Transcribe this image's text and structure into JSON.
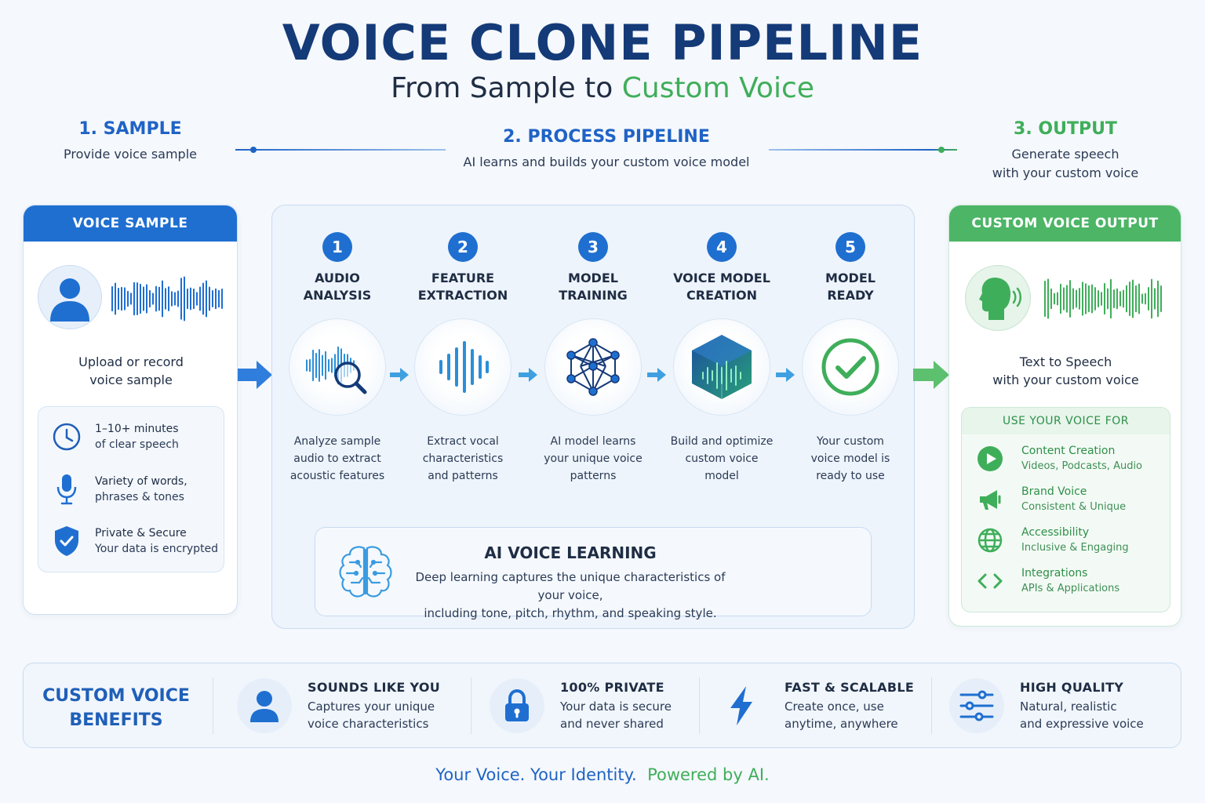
{
  "header": {
    "title": "VOICE CLONE PIPELINE",
    "subtitle_part1": "From Sample to ",
    "subtitle_part2": "Custom Voice"
  },
  "stages": [
    {
      "heading": "1. SAMPLE",
      "desc": "Provide voice sample"
    },
    {
      "heading": "2. PROCESS PIPELINE",
      "desc": "AI learns and builds your custom voice model"
    },
    {
      "heading": "3. OUTPUT",
      "desc_line1": "Generate speech",
      "desc_line2": "with your custom voice"
    }
  ],
  "sample_card": {
    "header": "VOICE SAMPLE",
    "text_line1": "Upload or record",
    "text_line2": "voice sample",
    "features": [
      {
        "icon": "clock-icon",
        "line1": "1–10+ minutes",
        "line2": "of clear speech"
      },
      {
        "icon": "microphone-icon",
        "line1": "Variety of words,",
        "line2": "phrases & tones"
      },
      {
        "icon": "shield-icon",
        "line1": "Private & Secure",
        "line2": "Your data is encrypted"
      }
    ]
  },
  "pipeline": {
    "steps": [
      {
        "num": "1",
        "title_line1": "AUDIO",
        "title_line2": "ANALYSIS",
        "icon": "waveform-search-icon",
        "desc_line1": "Analyze sample",
        "desc_line2": "audio to extract",
        "desc_line3": "acoustic features"
      },
      {
        "num": "2",
        "title_line1": "FEATURE",
        "title_line2": "EXTRACTION",
        "icon": "waveform-bars-icon",
        "desc_line1": "Extract vocal",
        "desc_line2": "characteristics",
        "desc_line3": "and patterns"
      },
      {
        "num": "3",
        "title_line1": "MODEL",
        "title_line2": "TRAINING",
        "icon": "neural-network-icon",
        "desc_line1": "AI model learns",
        "desc_line2": "your unique voice",
        "desc_line3": "patterns"
      },
      {
        "num": "4",
        "title_line1": "VOICE MODEL",
        "title_line2": "CREATION",
        "icon": "voice-cube-icon",
        "desc_line1": "Build and optimize",
        "desc_line2": "custom voice",
        "desc_line3": "model"
      },
      {
        "num": "5",
        "title_line1": "MODEL",
        "title_line2": "READY",
        "icon": "check-circle-icon",
        "desc_line1": "Your custom",
        "desc_line2": "voice model is",
        "desc_line3": "ready to use"
      }
    ],
    "learning": {
      "title": "AI VOICE LEARNING",
      "line1": "Deep learning captures the unique characteristics of your voice,",
      "line2": "including tone, pitch, rhythm, and speaking style."
    }
  },
  "output_card": {
    "header": "CUSTOM VOICE OUTPUT",
    "text_line1": "Text to Speech",
    "text_line2": "with your custom voice",
    "use_header": "USE YOUR VOICE FOR",
    "uses": [
      {
        "icon": "play-icon",
        "line1": "Content Creation",
        "line2": "Videos, Podcasts, Audio"
      },
      {
        "icon": "megaphone-icon",
        "line1": "Brand Voice",
        "line2": "Consistent & Unique"
      },
      {
        "icon": "globe-icon",
        "line1": "Accessibility",
        "line2": "Inclusive & Engaging"
      },
      {
        "icon": "code-icon",
        "line1": "Integrations",
        "line2": "APIs & Applications"
      }
    ]
  },
  "benefits": {
    "title_line1": "CUSTOM VOICE",
    "title_line2": "BENEFITS",
    "items": [
      {
        "icon": "user-icon",
        "title": "SOUNDS LIKE YOU",
        "line1": "Captures your unique",
        "line2": "voice characteristics"
      },
      {
        "icon": "lock-icon",
        "title": "100% PRIVATE",
        "line1": "Your data is secure",
        "line2": "and never shared"
      },
      {
        "icon": "lightning-icon",
        "title": "FAST & SCALABLE",
        "line1": "Create once, use",
        "line2": "anytime, anywhere"
      },
      {
        "icon": "sliders-icon",
        "title": "HIGH QUALITY",
        "line1": "Natural, realistic",
        "line2": "and expressive voice"
      }
    ]
  },
  "footer": {
    "part1": "Your Voice. Your Identity.",
    "part2": "Powered by AI."
  },
  "colors": {
    "primary_blue": "#1f63c6",
    "navy": "#143a78",
    "green": "#3fae5a"
  }
}
